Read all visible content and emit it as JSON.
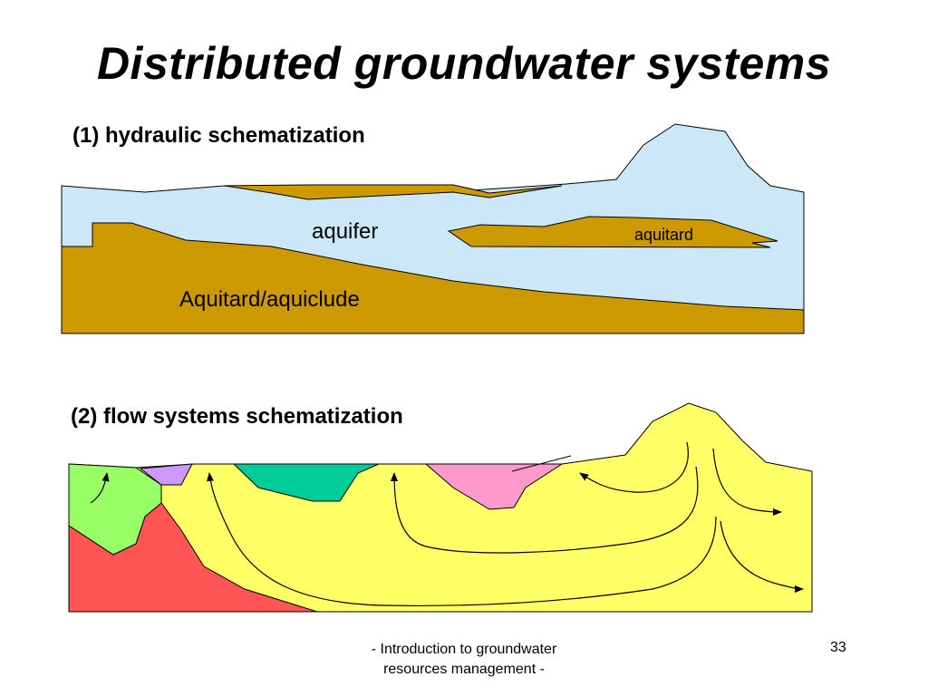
{
  "slide": {
    "title": "Distributed groundwater systems",
    "section1": {
      "heading": "(1) hydraulic schematization",
      "labels": {
        "aquifer": "aquifer",
        "aquitard": "aquitard",
        "aquitard_aquiclude": "Aquitard/aquiclude"
      }
    },
    "section2": {
      "heading": "(2) flow systems schematization"
    },
    "footer": {
      "line1": "- Introduction to groundwater",
      "line2": "resources management -"
    },
    "page_number": "33"
  },
  "colors": {
    "aquifer": "#cce8f8",
    "aquitard": "#cc9900",
    "flow_yellow": "#ffff66",
    "flow_green": "#99ff66",
    "flow_red": "#ff5555",
    "flow_purple": "#cc99ff",
    "flow_teal": "#00cc99",
    "flow_pink": "#ff99cc"
  }
}
